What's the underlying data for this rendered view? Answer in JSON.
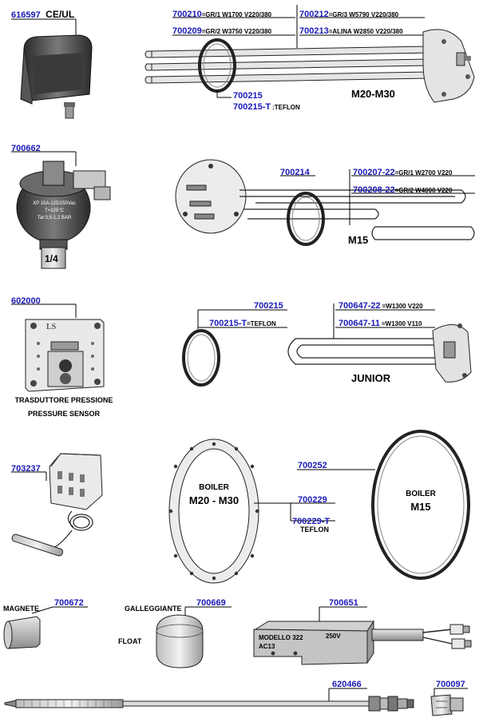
{
  "parts": {
    "p616597": {
      "code": "616597",
      "note": "CE/UL"
    },
    "p700210": {
      "code": "700210",
      "desc": "=GR/1 W1700 V220/380"
    },
    "p700212": {
      "code": "700212",
      "desc": "=GR/3 W5790 V220/380"
    },
    "p700209": {
      "code": "700209",
      "desc": "=GR/2 W3750 V220/380"
    },
    "p700213": {
      "code": "700213",
      "desc": "=ALINA W2850 V220/380"
    },
    "m20m30": "M20-M30",
    "p700215a": {
      "code": "700215"
    },
    "p700215Ta": {
      "code": "700215-T",
      "desc": ":TEFLON"
    },
    "p700662": {
      "code": "700662",
      "face1": "XP 15A-125/250Vac",
      "face2": "T=125°C",
      "face3": "Tar.0,5-1,2 BAR",
      "thread": "1/4"
    },
    "p700214": {
      "code": "700214"
    },
    "p700207": {
      "code": "700207-22",
      "desc": "=GR/1 W2700 V220"
    },
    "p700208": {
      "code": "700208-22",
      "desc": "=GR/2 W4000 V220"
    },
    "m15": "M15",
    "p602000": {
      "code": "602000",
      "logo": "LS",
      "name_it": "TRASDUTTORE PRESSIONE",
      "name_en": "PRESSURE SENSOR"
    },
    "p700215b": {
      "code": "700215"
    },
    "p700215Tb": {
      "code": "700215-T",
      "desc": "=TEFLON"
    },
    "p70064722": {
      "code": "700647-22",
      "desc": "=W1300 V220"
    },
    "p70064711": {
      "code": "700647-11",
      "desc": "=W1300 V110"
    },
    "junior": "JUNIOR",
    "p703237": {
      "code": "703237"
    },
    "boiler1": {
      "l1": "BOILER",
      "l2": "M20 - M30"
    },
    "p700252": {
      "code": "700252"
    },
    "p700229": {
      "code": "700229"
    },
    "p700229T": {
      "code": "700229-T",
      "desc": "TEFLON"
    },
    "boiler2": {
      "l1": "BOILER",
      "l2": "M15"
    },
    "magnete": {
      "label": "MAGNETE",
      "code": "700672"
    },
    "float": {
      "label_it": "GALLEGGIANTE",
      "code": "700669",
      "label_en": "FLOAT"
    },
    "p700651": {
      "code": "700651",
      "model": "MODELLO 322",
      "ac": "AC13",
      "volt": "250V"
    },
    "p620466": {
      "code": "620466"
    },
    "p700097": {
      "code": "700097"
    }
  },
  "colors": {
    "code": "#1a1ab8",
    "line": "#000000",
    "fill_light": "#d9d9d9",
    "fill_dark": "#4a4a4a"
  }
}
